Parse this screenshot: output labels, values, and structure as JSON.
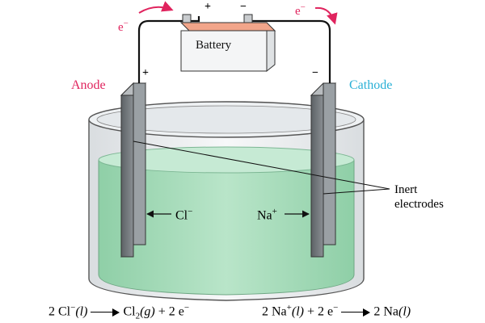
{
  "battery": {
    "label": "Battery",
    "plus": "+",
    "minus": "−"
  },
  "electron_left": {
    "base": "e",
    "sup": "−"
  },
  "electron_right": {
    "base": "e",
    "sup": "−"
  },
  "anode": {
    "label": "Anode",
    "sign": "+"
  },
  "cathode": {
    "label": "Cathode",
    "sign": "−"
  },
  "inert_electrodes": {
    "line1": "Inert",
    "line2": "electrodes"
  },
  "ion_left": {
    "base": "Cl",
    "sup": "−"
  },
  "ion_right": {
    "base": "Na",
    "sup": "+"
  },
  "anode_reaction": {
    "r1": "2 Cl",
    "r1_sup": "−",
    "r1_state": "(l)",
    "p1": "Cl",
    "p1_sub": "2",
    "p1_state": "(g)",
    "p2": " + 2 e",
    "p2_sup": "−"
  },
  "cathode_reaction": {
    "r1": "2 Na",
    "r1_sup": "+",
    "r1_state": "(l)",
    "r2": " + 2 e",
    "r2_sup": "−",
    "p1": "2 Na",
    "p1_state": "(l)"
  },
  "colors": {
    "anode": "#e0245e",
    "cathode": "#2ab0d6",
    "electron": "#e0245e",
    "liquid": "#a8dcbc",
    "electrode": "#6f7478",
    "battery_top": "#f2a58a"
  }
}
